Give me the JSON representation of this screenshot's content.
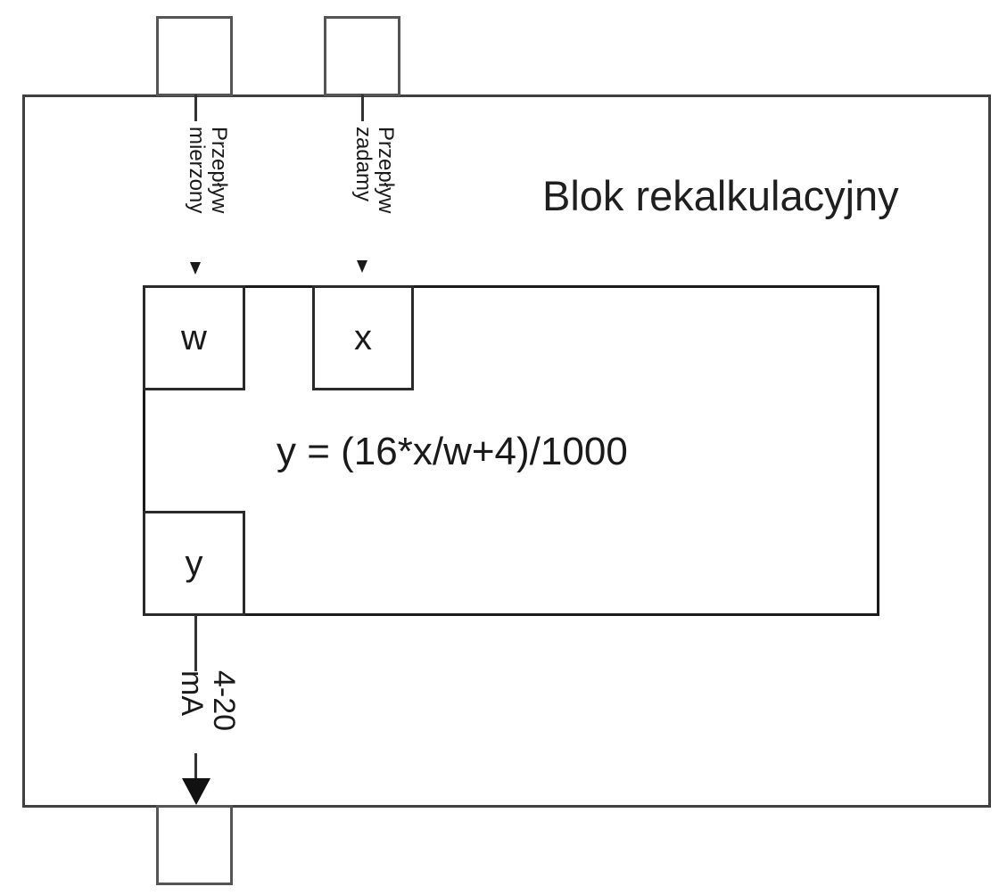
{
  "block": {
    "title": "Blok rekalkulacyjny",
    "formula": "y = (16*x/w+4)/1000"
  },
  "inputs": [
    {
      "label_line1": "Przepływ",
      "label_line2": "mierzony",
      "variable": "w"
    },
    {
      "label_line1": "Przepływ",
      "label_line2": "zadamy",
      "variable": "x"
    }
  ],
  "output": {
    "variable": "y",
    "label_line1": "4-20",
    "label_line2": "mA"
  }
}
